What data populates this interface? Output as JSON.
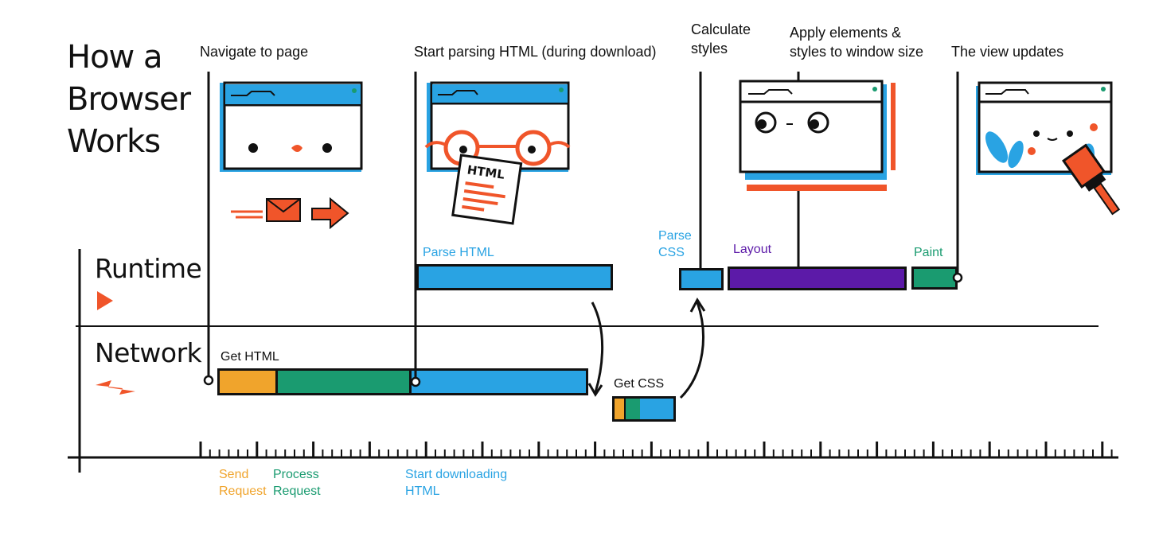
{
  "title": [
    "How a",
    "Browser",
    "Works"
  ],
  "steps": {
    "navigate": "Navigate to page",
    "parsing": "Start parsing HTML (during download)",
    "calculate": [
      "Calculate",
      "styles"
    ],
    "apply": [
      "Apply elements &",
      "styles to window size"
    ],
    "view": "The view updates"
  },
  "lanes": {
    "runtime": "Runtime",
    "network": "Network"
  },
  "bars": {
    "parse_html": "Parse HTML",
    "parse_css": [
      "Parse",
      "CSS"
    ],
    "layout": "Layout",
    "paint": "Paint",
    "get_html": "Get HTML",
    "get_css": "Get CSS",
    "html_in_doc": "HTML"
  },
  "axis_labels": {
    "send": [
      "Send",
      "Request"
    ],
    "process": [
      "Process",
      "Request"
    ],
    "download": [
      "Start downloading",
      "HTML"
    ]
  },
  "colors": {
    "blue": "#29a3e3",
    "orange_accent": "#f0552a",
    "send": "#f0a42c",
    "process": "#1a9b70",
    "layout": "#5c1aa8",
    "ink": "#111111"
  },
  "icons": [
    "runtime-triangle-icon",
    "network-lightning-icon",
    "envelope-icon",
    "arrow-right-icon",
    "glasses-icon",
    "html-document-icon",
    "paintbrush-icon",
    "leaf-icon",
    "ruler-icon"
  ]
}
